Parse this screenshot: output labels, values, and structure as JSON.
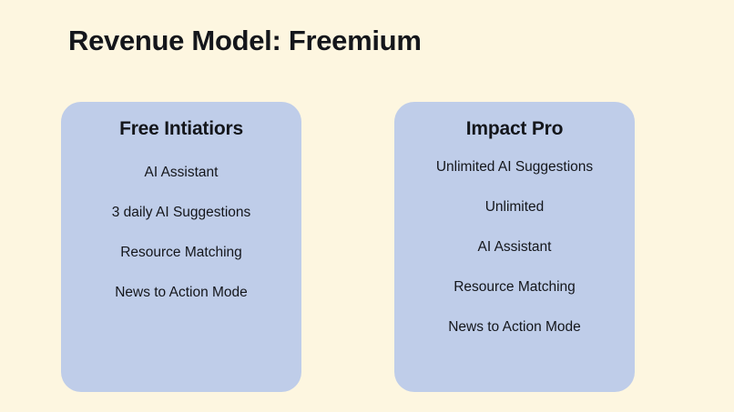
{
  "slide": {
    "title": "Revenue Model: Freemium",
    "background_color": "#fdf6e0",
    "text_color": "#14161b",
    "card_color": "#bfcde9"
  },
  "plans": [
    {
      "name": "Free Intiatiors",
      "features": [
        "AI Assistant",
        "3 daily AI Suggestions",
        "Resource Matching",
        "News to Action Mode"
      ]
    },
    {
      "name": "Impact Pro",
      "features": [
        "Unlimited AI Suggestions",
        "Unlimited",
        "AI Assistant",
        "Resource Matching",
        "News to Action Mode"
      ]
    }
  ]
}
